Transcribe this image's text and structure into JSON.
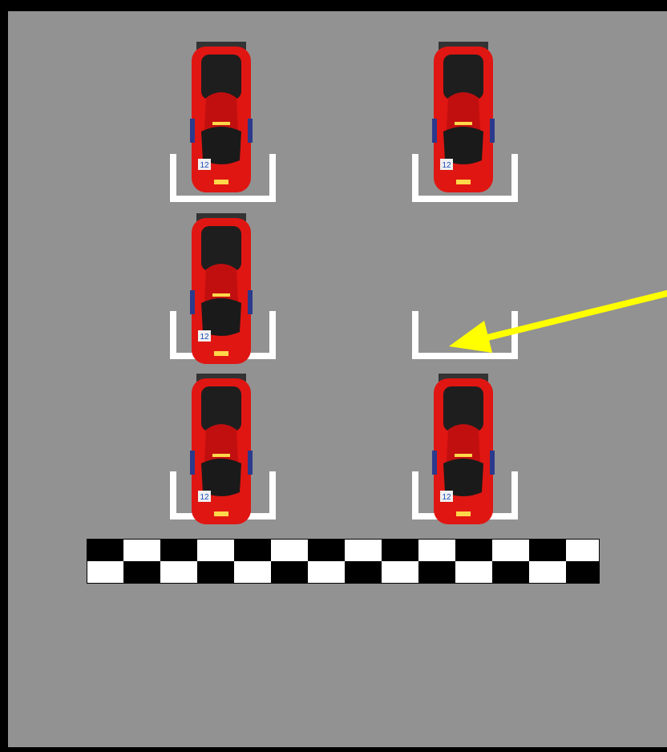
{
  "game": {
    "grid_columns": 2,
    "grid_rows": 3,
    "slots": [
      {
        "row": 1,
        "col": 1,
        "occupied": true
      },
      {
        "row": 1,
        "col": 2,
        "occupied": true
      },
      {
        "row": 2,
        "col": 1,
        "occupied": true
      },
      {
        "row": 2,
        "col": 2,
        "occupied": false,
        "highlighted": true
      },
      {
        "row": 3,
        "col": 1,
        "occupied": true
      },
      {
        "row": 3,
        "col": 2,
        "occupied": true
      }
    ],
    "car": {
      "number": "12",
      "body_color": "#e01612",
      "roof_color": "#1a1a1a"
    },
    "colors": {
      "track": "#929292",
      "border": "#000000",
      "bay_lines": "#ffffff",
      "arrow": "#ffff00"
    },
    "icons": {
      "car": "race-car-icon",
      "arrow": "pointer-arrow-icon",
      "flag": "checkered-flag-icon"
    }
  }
}
